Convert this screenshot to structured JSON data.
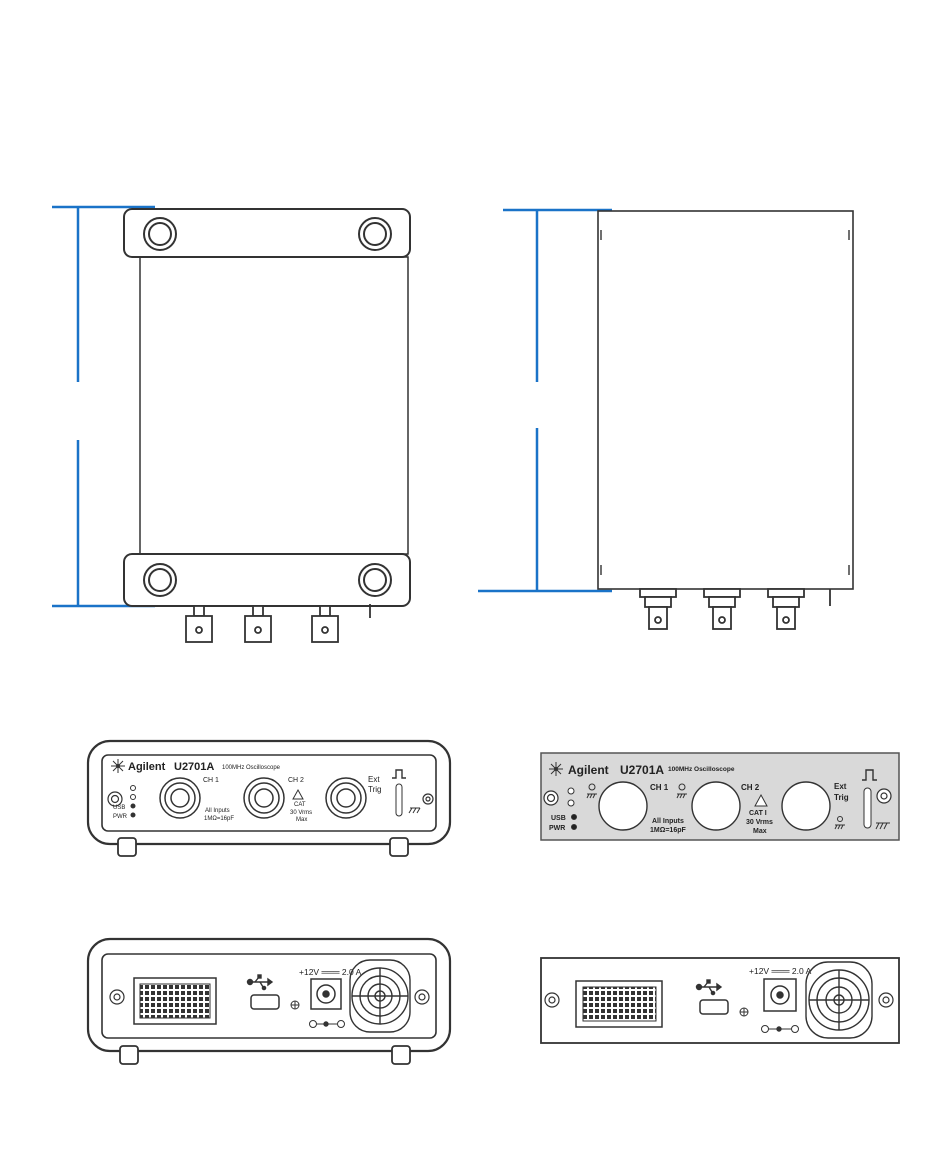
{
  "colors": {
    "dimension_line": "#1a73c8",
    "outline": "#333333",
    "panel_fill": "#d9d9d9",
    "body_fill": "#ffffff",
    "connector_fill": "#eeeeee"
  },
  "front_panel": {
    "brand": "Agilent",
    "model": "U2701A",
    "description": "100MHz Oscilloscope",
    "ch1_label": "CH 1",
    "ch2_label": "CH 2",
    "ext_label_1": "Ext",
    "ext_label_2": "Trig",
    "inputs_line_1": "All Inputs",
    "inputs_line_2": "1MΩ=16pF",
    "cat_label": "CAT",
    "cat_ii_label": "CAT I",
    "voltage_line_1": "30 Vrms",
    "voltage_line_2": "Max",
    "usb_led_label": "USB",
    "pwr_led_label": "PWR"
  },
  "rear_panel": {
    "power_rating_label": "+12V ═══ 2.0 A",
    "icons": [
      "usb-icon",
      "ground-icon",
      "dc-polarity-icon",
      "fan-grille-icon"
    ]
  }
}
